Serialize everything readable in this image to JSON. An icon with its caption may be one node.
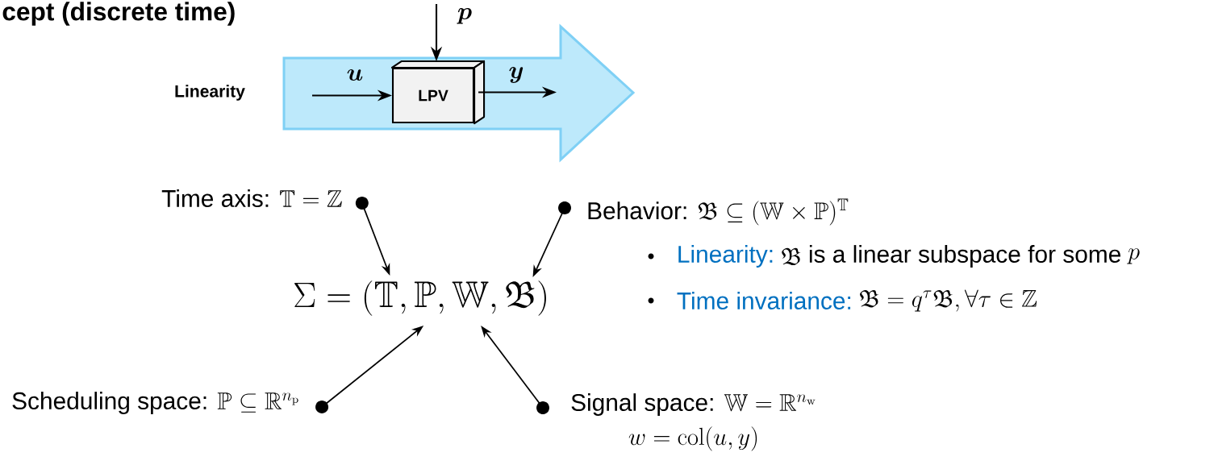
{
  "diagram": {
    "title": "cept (discrete time)",
    "nodes": [
      {
        "text": [],
        "shape": "arrow"
      },
      {
        "text": [
          "LPV"
        ],
        "in": 0
      },
      {
        "text": [
          "Time axis:",
          "\\mathbb{T} = \\mathbb{Z}"
        ]
      },
      {
        "text": [
          "Behavior:",
          "\\mathfrak{B} \\subseteq (\\mathbb{W} \\times \\mathbb{P})^{\\mathbb{T}}"
        ]
      },
      {
        "text": [
          "\\Sigma = (\\mathbb{T}, \\mathbb{P}, \\mathbb{W}, \\mathfrak{B})"
        ]
      },
      {
        "text": [
          "Scheduling space:",
          "\\mathbb{P} \\subseteq \\mathbb{R}^{n_{\\mathrm{p}}}"
        ]
      },
      {
        "text": [
          "Signal space:",
          "\\mathbb{W} = \\mathbb{R}^{n_{\\mathrm{w}}}",
          "w = \\mathrm{col}(u, y)"
        ]
      }
    ],
    "edges": [
      {
        "from": null,
        "to": 1,
        "arrow": "to",
        "label": "\\boldsymbol{u}"
      },
      {
        "from": null,
        "to": 1,
        "arrow": "to",
        "label": "\\boldsymbol{p}"
      },
      {
        "from": 1,
        "to": null,
        "arrow": "to",
        "label": "\\boldsymbol{y}"
      },
      {
        "from": 2,
        "to": 4,
        "arrow": "to"
      },
      {
        "from": 3,
        "to": 4,
        "arrow": "to"
      },
      {
        "from": 5,
        "to": 4,
        "arrow": "to"
      },
      {
        "from": 6,
        "to": 4,
        "arrow": "to"
      }
    ],
    "labels": [
      "Linearity",
      "Linearity:",
      "\\mathfrak{B}",
      "is a linear subspace for some",
      "p",
      "Time invariance:",
      "\\mathfrak{B} = q^{\\tau}\\mathfrak{B}, \\forall \\tau \\in \\mathbb{Z}"
    ]
  }
}
